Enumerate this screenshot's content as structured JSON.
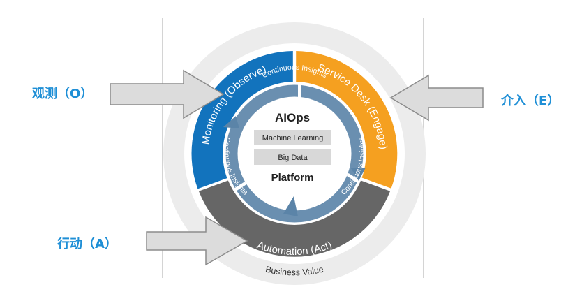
{
  "labels": {
    "observe": "观测（O）",
    "engage": "介入（E）",
    "act": "行动（A）"
  },
  "wheel": {
    "segment_monitoring": "Monitoring (Observe)",
    "segment_service_desk": "Service Desk (Engage)",
    "segment_automation": "Automation (Act)",
    "business_value": "Business Value",
    "insights_top": "Continuous Insights",
    "insights_right": "Continuous Insights",
    "insights_left": "Continuous Insights"
  },
  "center": {
    "title": "AIOps",
    "box1": "Machine Learning",
    "box2": "Big Data",
    "footer": "Platform"
  },
  "colors": {
    "label_blue": "#1f8fd6",
    "monitoring": "#1273bd",
    "service_desk": "#f5a020",
    "automation": "#666666",
    "outer_ring": "#ececec",
    "insights_ring": "#6a8fb0"
  },
  "icons": {
    "arrow_observe": "arrow-right-icon",
    "arrow_engage": "arrow-left-icon",
    "arrow_act": "arrow-right-icon"
  }
}
